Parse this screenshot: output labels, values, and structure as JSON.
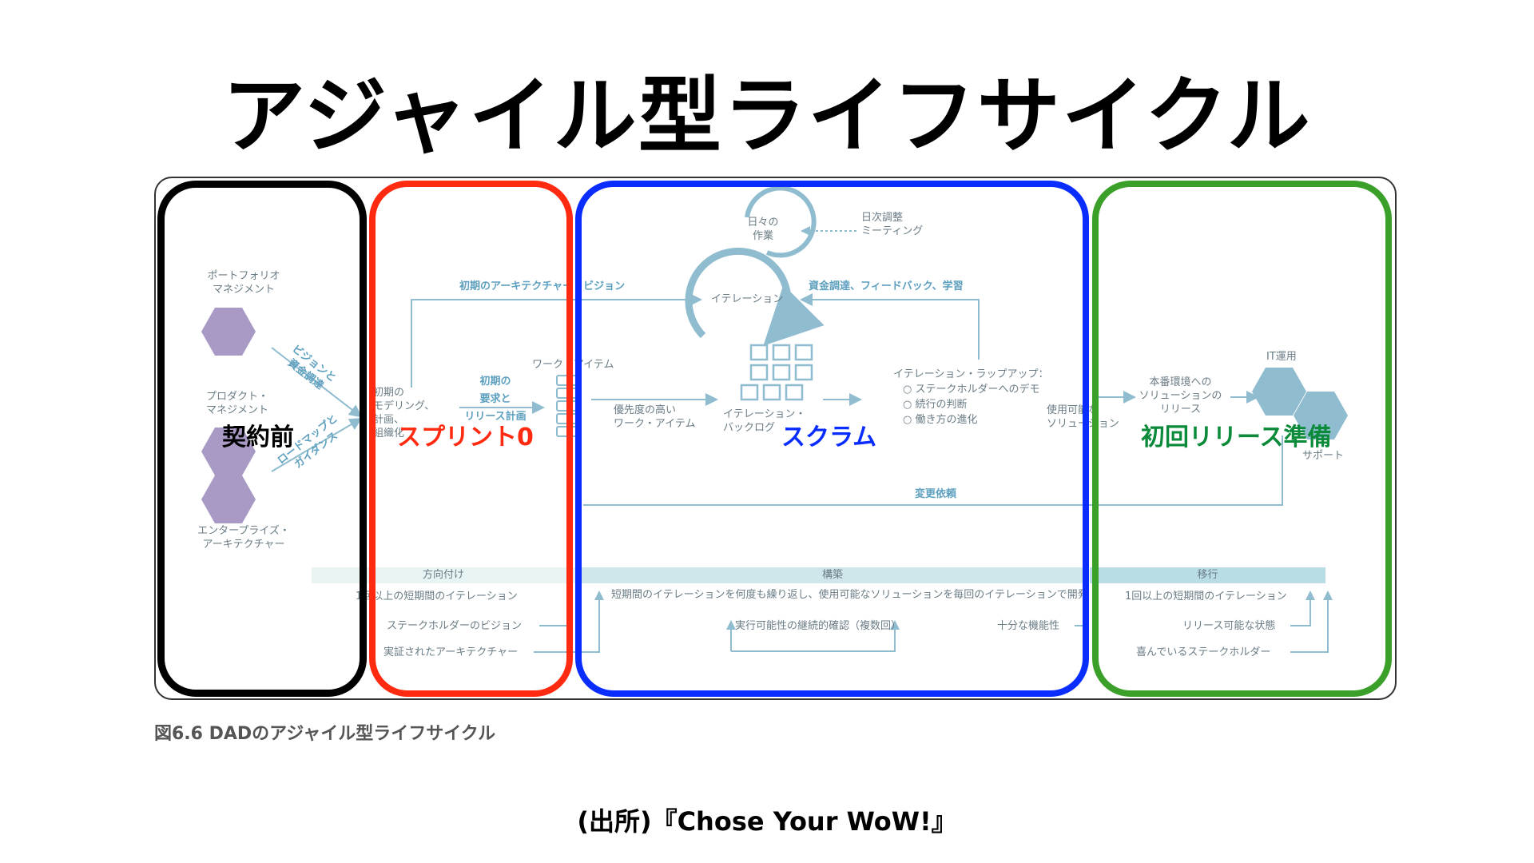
{
  "title": "アジャイル型ライフサイクル",
  "phases": {
    "pre_contract": "契約前",
    "sprint0": "スプリント0",
    "scrum": "スクラム",
    "first_release": "初回リリース準備"
  },
  "diagram": {
    "portfolio": "ポートフォリオ\nマネジメント",
    "product": "プロダクト・\nマネジメント",
    "enterprise": "エンタープライズ・\nアーキテクチャー",
    "vision_funding": "ビジョンと\n資金調達",
    "roadmap_guidance": "ロードマップと\nガイダンス",
    "initial_modeling": "初期の\nモデリング、\n計画、\n組織化",
    "initial_arch_vision": "初期のアーキテクチャー・ビジョン",
    "initial_requirements": "初期の\n要求と\nリリース計画",
    "work_items": "ワーク・アイテム",
    "daily_work": "日々の\n作業",
    "daily_meeting": "日次調整\nミーティング",
    "iteration": "イテレーション",
    "funding_feedback": "資金調達、フィードバック、学習",
    "high_priority": "優先度の高い\nワーク・アイテム",
    "iteration_backlog": "イテレーション・\nバックログ",
    "iteration_wrapup": "イテレーション・ラップアップ：",
    "wrapup_items": [
      "ステークホルダーへのデモ",
      "続行の判断",
      "働き方の進化"
    ],
    "usable_solution": "使用可能な\nソリューション",
    "release_to_prod": "本番環境への\nソリューションの\nリリース",
    "it_ops": "IT運用",
    "support": "サポート",
    "change_request": "変更依頼"
  },
  "bands": {
    "orientation": "方向付け",
    "construction": "構築",
    "transition": "移行"
  },
  "milestones": {
    "orient_iter": "1回以上の短期間のイテレーション",
    "stakeholder_vision": "ステークホルダーのビジョン",
    "proven_arch": "実証されたアーキテクチャー",
    "construct_iter": "短期間のイテレーションを何度も繰り返し、使用可能なソリューションを毎回のイテレーションで開発",
    "viability": "実行可能性の継続的確認（複数回）",
    "sufficient_func": "十分な機能性",
    "transition_iter": "1回以上の短期間のイテレーション",
    "releasable": "リリース可能な状態",
    "delighted": "喜んでいるステークホルダー"
  },
  "caption": "図6.6 DADのアジャイル型ライフサイクル",
  "source": "(出所)『Chose Your WoW!』",
  "colors": {
    "pre_contract": "#000000",
    "sprint0": "#ff2a10",
    "scrum": "#0a2dff",
    "first_release": "#0b8a3a",
    "diagram_line": "#8fbccf",
    "hex_purple": "#a89ac4",
    "hex_teal": "#8fbccf"
  }
}
